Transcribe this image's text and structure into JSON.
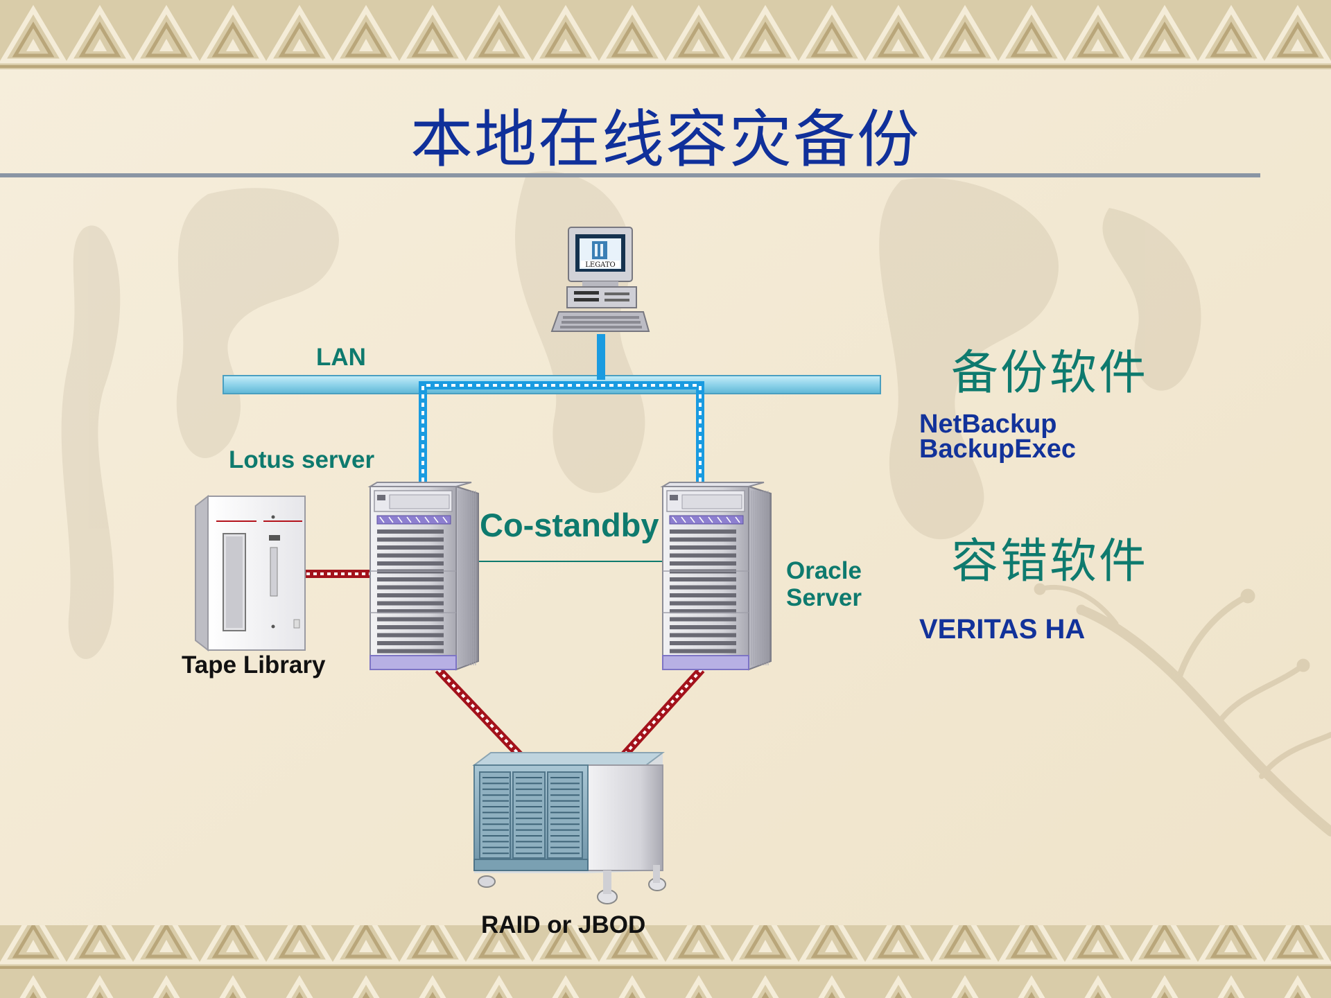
{
  "slide": {
    "title": "本地在线容灾备份"
  },
  "diagram": {
    "network_label": "LAN",
    "console_brand": "LEGATO",
    "lotus_server_label": "Lotus server",
    "oracle_server_label": [
      "Oracle",
      "Server"
    ],
    "co_standby_label": "Co-standby",
    "tape_library_label": "Tape Library",
    "storage_label": "RAID or JBOD"
  },
  "software": {
    "backup_heading": "备份软件",
    "backup_products": [
      "NetBackup",
      "BackupExec"
    ],
    "ha_heading": "容错软件",
    "ha_products": [
      "VERITAS HA"
    ]
  },
  "colors": {
    "title": "#10309a",
    "label_teal": "#0e7a6e",
    "label_navy": "#12329a",
    "lan_bar": "#8fd3ea",
    "lan_link": "#1a9be0",
    "storage_link": "#a3121b",
    "server_accent": "#8d7fd0"
  }
}
